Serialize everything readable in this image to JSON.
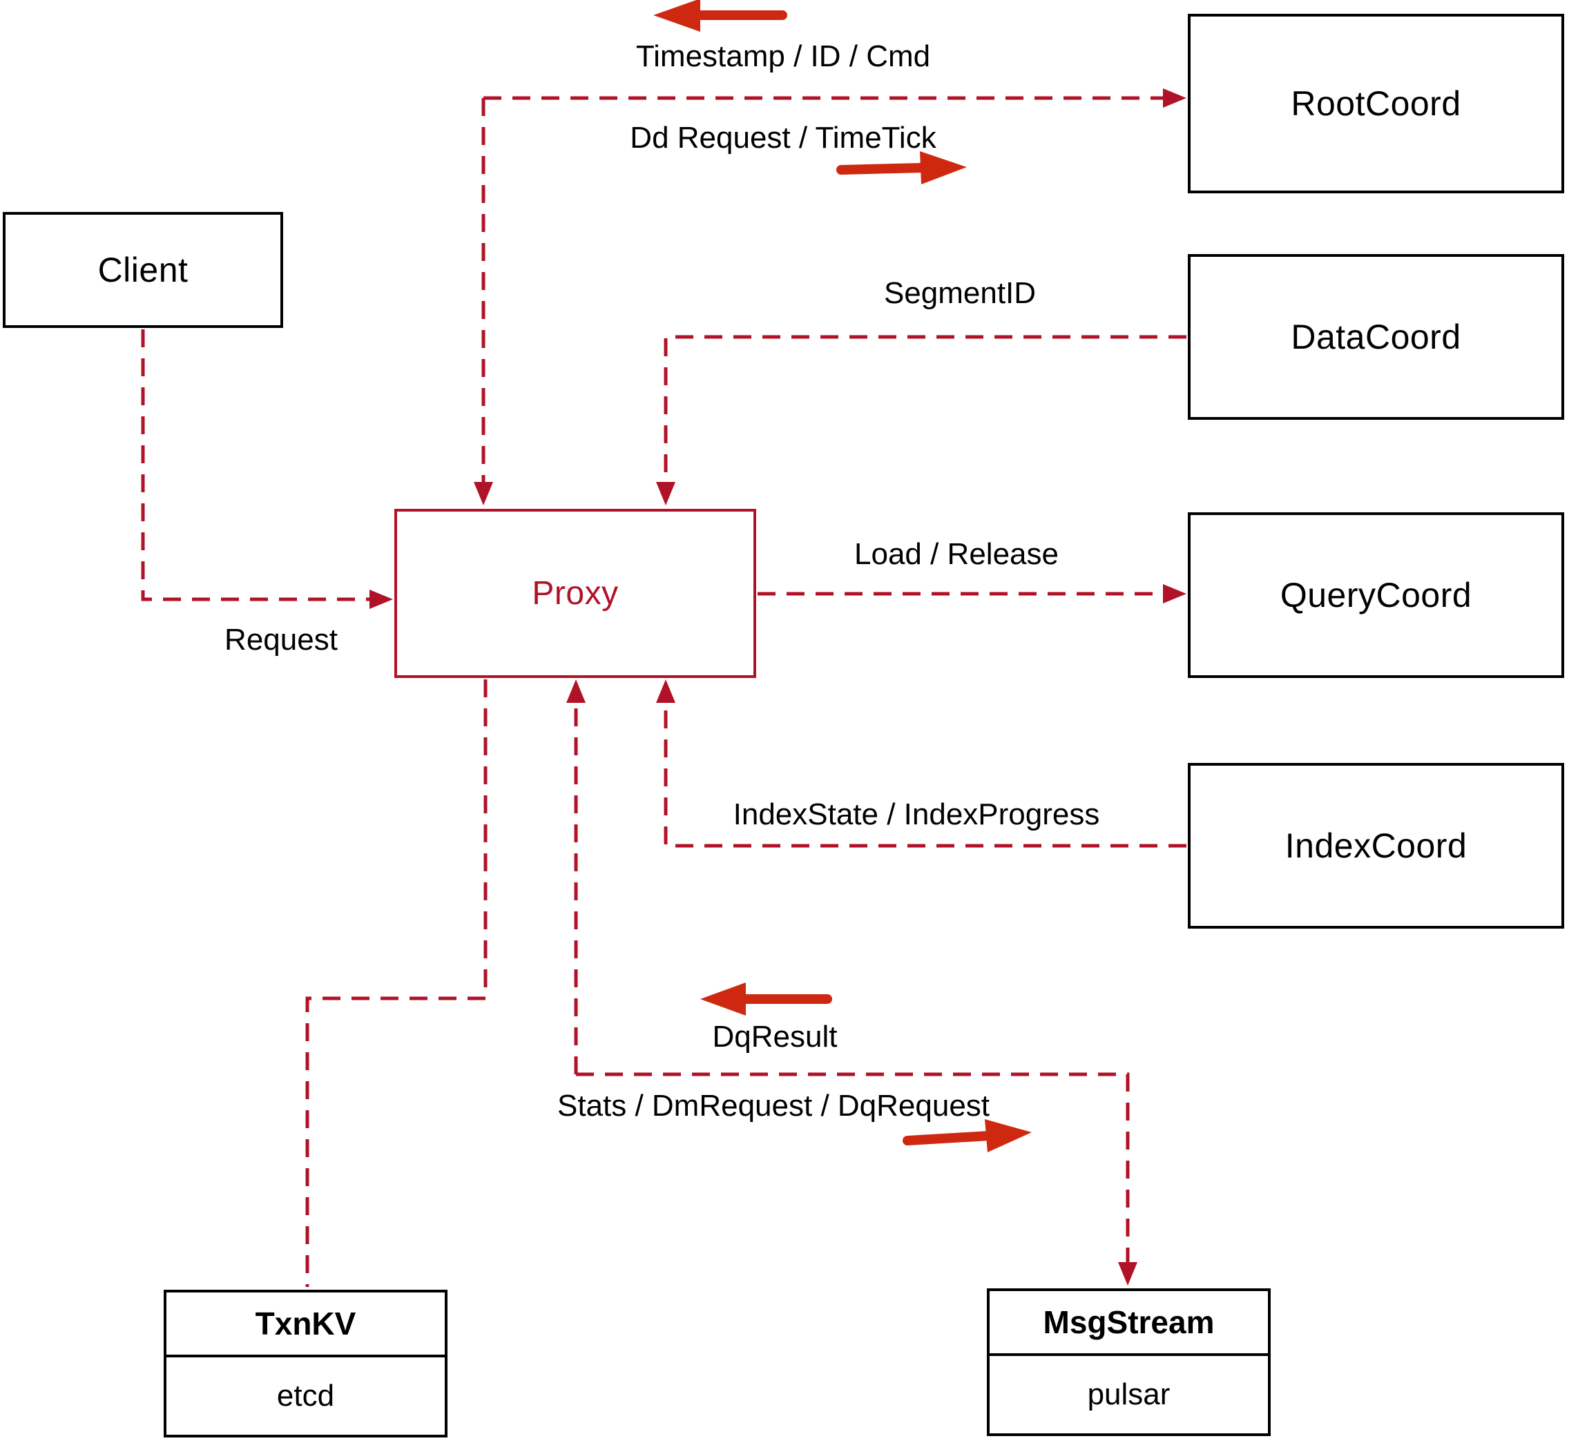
{
  "colors": {
    "dashed_line": "#b01228",
    "solid_arrow": "#ce2910",
    "box_border": "#000000",
    "proxy_accent": "#b01228",
    "text": "#000000",
    "background": "#ffffff"
  },
  "nodes": {
    "client": {
      "label": "Client"
    },
    "root_coord": {
      "label": "RootCoord"
    },
    "data_coord": {
      "label": "DataCoord"
    },
    "query_coord": {
      "label": "QueryCoord"
    },
    "index_coord": {
      "label": "IndexCoord"
    },
    "proxy": {
      "label": "Proxy"
    },
    "txn_kv": {
      "title": "TxnKV",
      "subtitle": "etcd"
    },
    "msg_stream": {
      "title": "MsgStream",
      "subtitle": "pulsar"
    }
  },
  "edge_labels": {
    "timestamp_id_cmd": "Timestamp / ID / Cmd",
    "dd_request_timetick": "Dd Request / TimeTick",
    "segment_id": "SegmentID",
    "load_release": "Load / Release",
    "index_state_progress": "IndexState / IndexProgress",
    "request": "Request",
    "dq_result": "DqResult",
    "stats_dm_dq_request": "Stats / DmRequest / DqRequest"
  },
  "direction_arrows": [
    {
      "name": "timestamp-direction-arrow",
      "direction": "left"
    },
    {
      "name": "dd-request-direction-arrow",
      "direction": "right"
    },
    {
      "name": "dq-result-direction-arrow",
      "direction": "left"
    },
    {
      "name": "stats-direction-arrow",
      "direction": "right"
    }
  ]
}
